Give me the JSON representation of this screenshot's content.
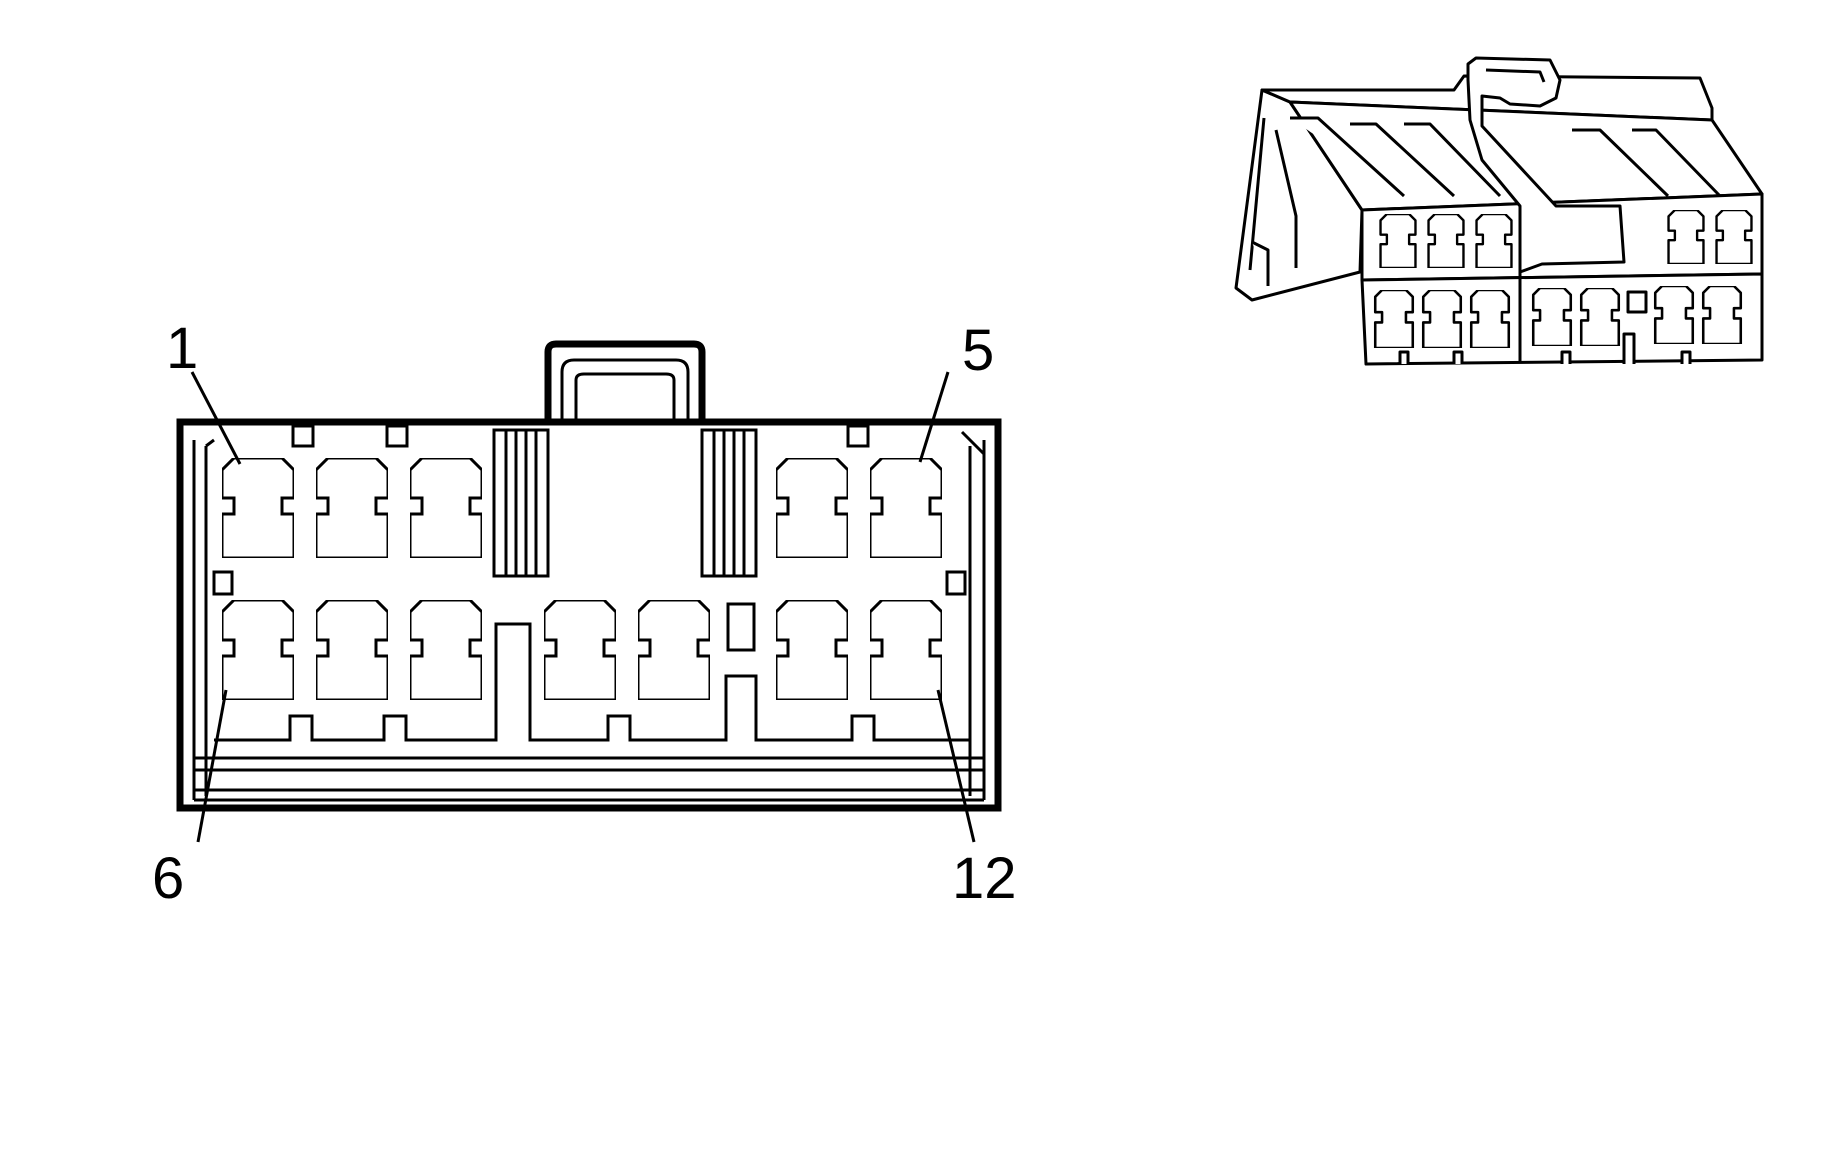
{
  "labels": {
    "pin_1": "1",
    "pin_5": "5",
    "pin_6": "6",
    "pin_12": "12"
  },
  "colors": {
    "line": "#000000",
    "fill": "#ffffff"
  }
}
